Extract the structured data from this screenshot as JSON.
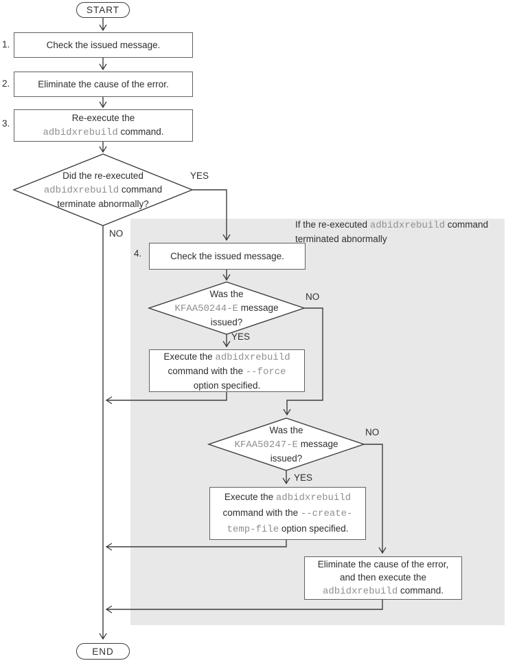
{
  "colors": {
    "canvas_bg": "#ffffff",
    "region_bg": "#e8e8e8",
    "flow_line": "#3c3c3c",
    "box_border": "#5f5f5f",
    "box_bg": "#ffffff",
    "text": "#2e2e2e",
    "mono_text": "#8f8f8f"
  },
  "terminals": {
    "start": "START",
    "end": "END"
  },
  "steps": {
    "s1": {
      "num": "1.",
      "text": "Check the issued message."
    },
    "s2": {
      "num": "2.",
      "text": "Eliminate the cause of the error."
    },
    "s3": {
      "num": "3.",
      "line1": "Re-execute the",
      "cmd": "adbidxrebuild",
      "line2_rest": " command."
    },
    "s4": {
      "num": "4.",
      "text": "Check the issued message."
    }
  },
  "decisions": {
    "d1": {
      "line1": "Did the re-executed",
      "cmd": "adbidxrebuild",
      "line2_rest": " command",
      "line3": "terminate abnormally?",
      "yes": "YES",
      "no": "NO"
    },
    "d2": {
      "line1": "Was the",
      "code": "KFAA50244-E",
      "line2_rest": " message",
      "line3": "issued?",
      "yes": "YES",
      "no": "NO"
    },
    "d3": {
      "line1": "Was the",
      "code": "KFAA50247-E",
      "line2_rest": " message",
      "line3": "issued?",
      "yes": "YES",
      "no": "NO"
    }
  },
  "region": {
    "line1_pre": "If the re-executed ",
    "cmd": "adbidxrebuild",
    "line1_post": " command",
    "line2": "terminated abnormally"
  },
  "actions": {
    "force": {
      "l1_pre": "Execute the ",
      "l1_cmd": "adbidxrebuild",
      "l2_pre": "command with the ",
      "l2_cmd": "--force",
      "l3": "option specified."
    },
    "create_temp": {
      "l1_pre": "Execute the ",
      "l1_cmd": "adbidxrebuild",
      "l2_pre": "command with the ",
      "l2_cmd": "--create-",
      "l3_cmd": "temp-file",
      "l3_post": " option specified."
    },
    "eliminate": {
      "l1": "Eliminate the cause of the error,",
      "l2": "and then execute the",
      "l3_cmd": "adbidxrebuild",
      "l3_post": " command."
    }
  }
}
